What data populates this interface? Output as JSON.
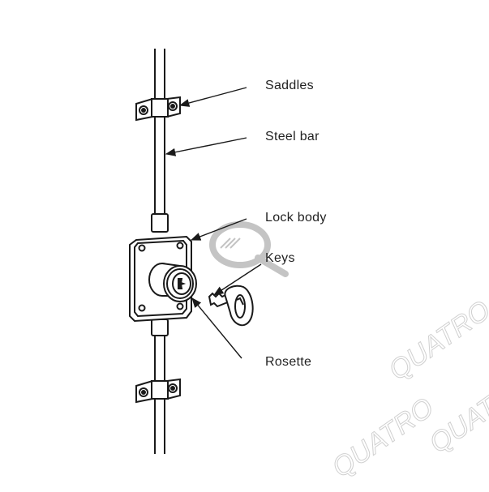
{
  "labels": {
    "saddles": "Saddles",
    "steel_bar": "Steel bar",
    "lock_body": "Lock body",
    "keys": "Keys",
    "rosette": "Rosette"
  },
  "watermark": {
    "logo_letter": "Q",
    "brand_text": "QUATRO"
  },
  "colors": {
    "line": "#1a1a1a",
    "watermark": "#c8c8c8",
    "watermark_logo": "#bdbdbd"
  }
}
